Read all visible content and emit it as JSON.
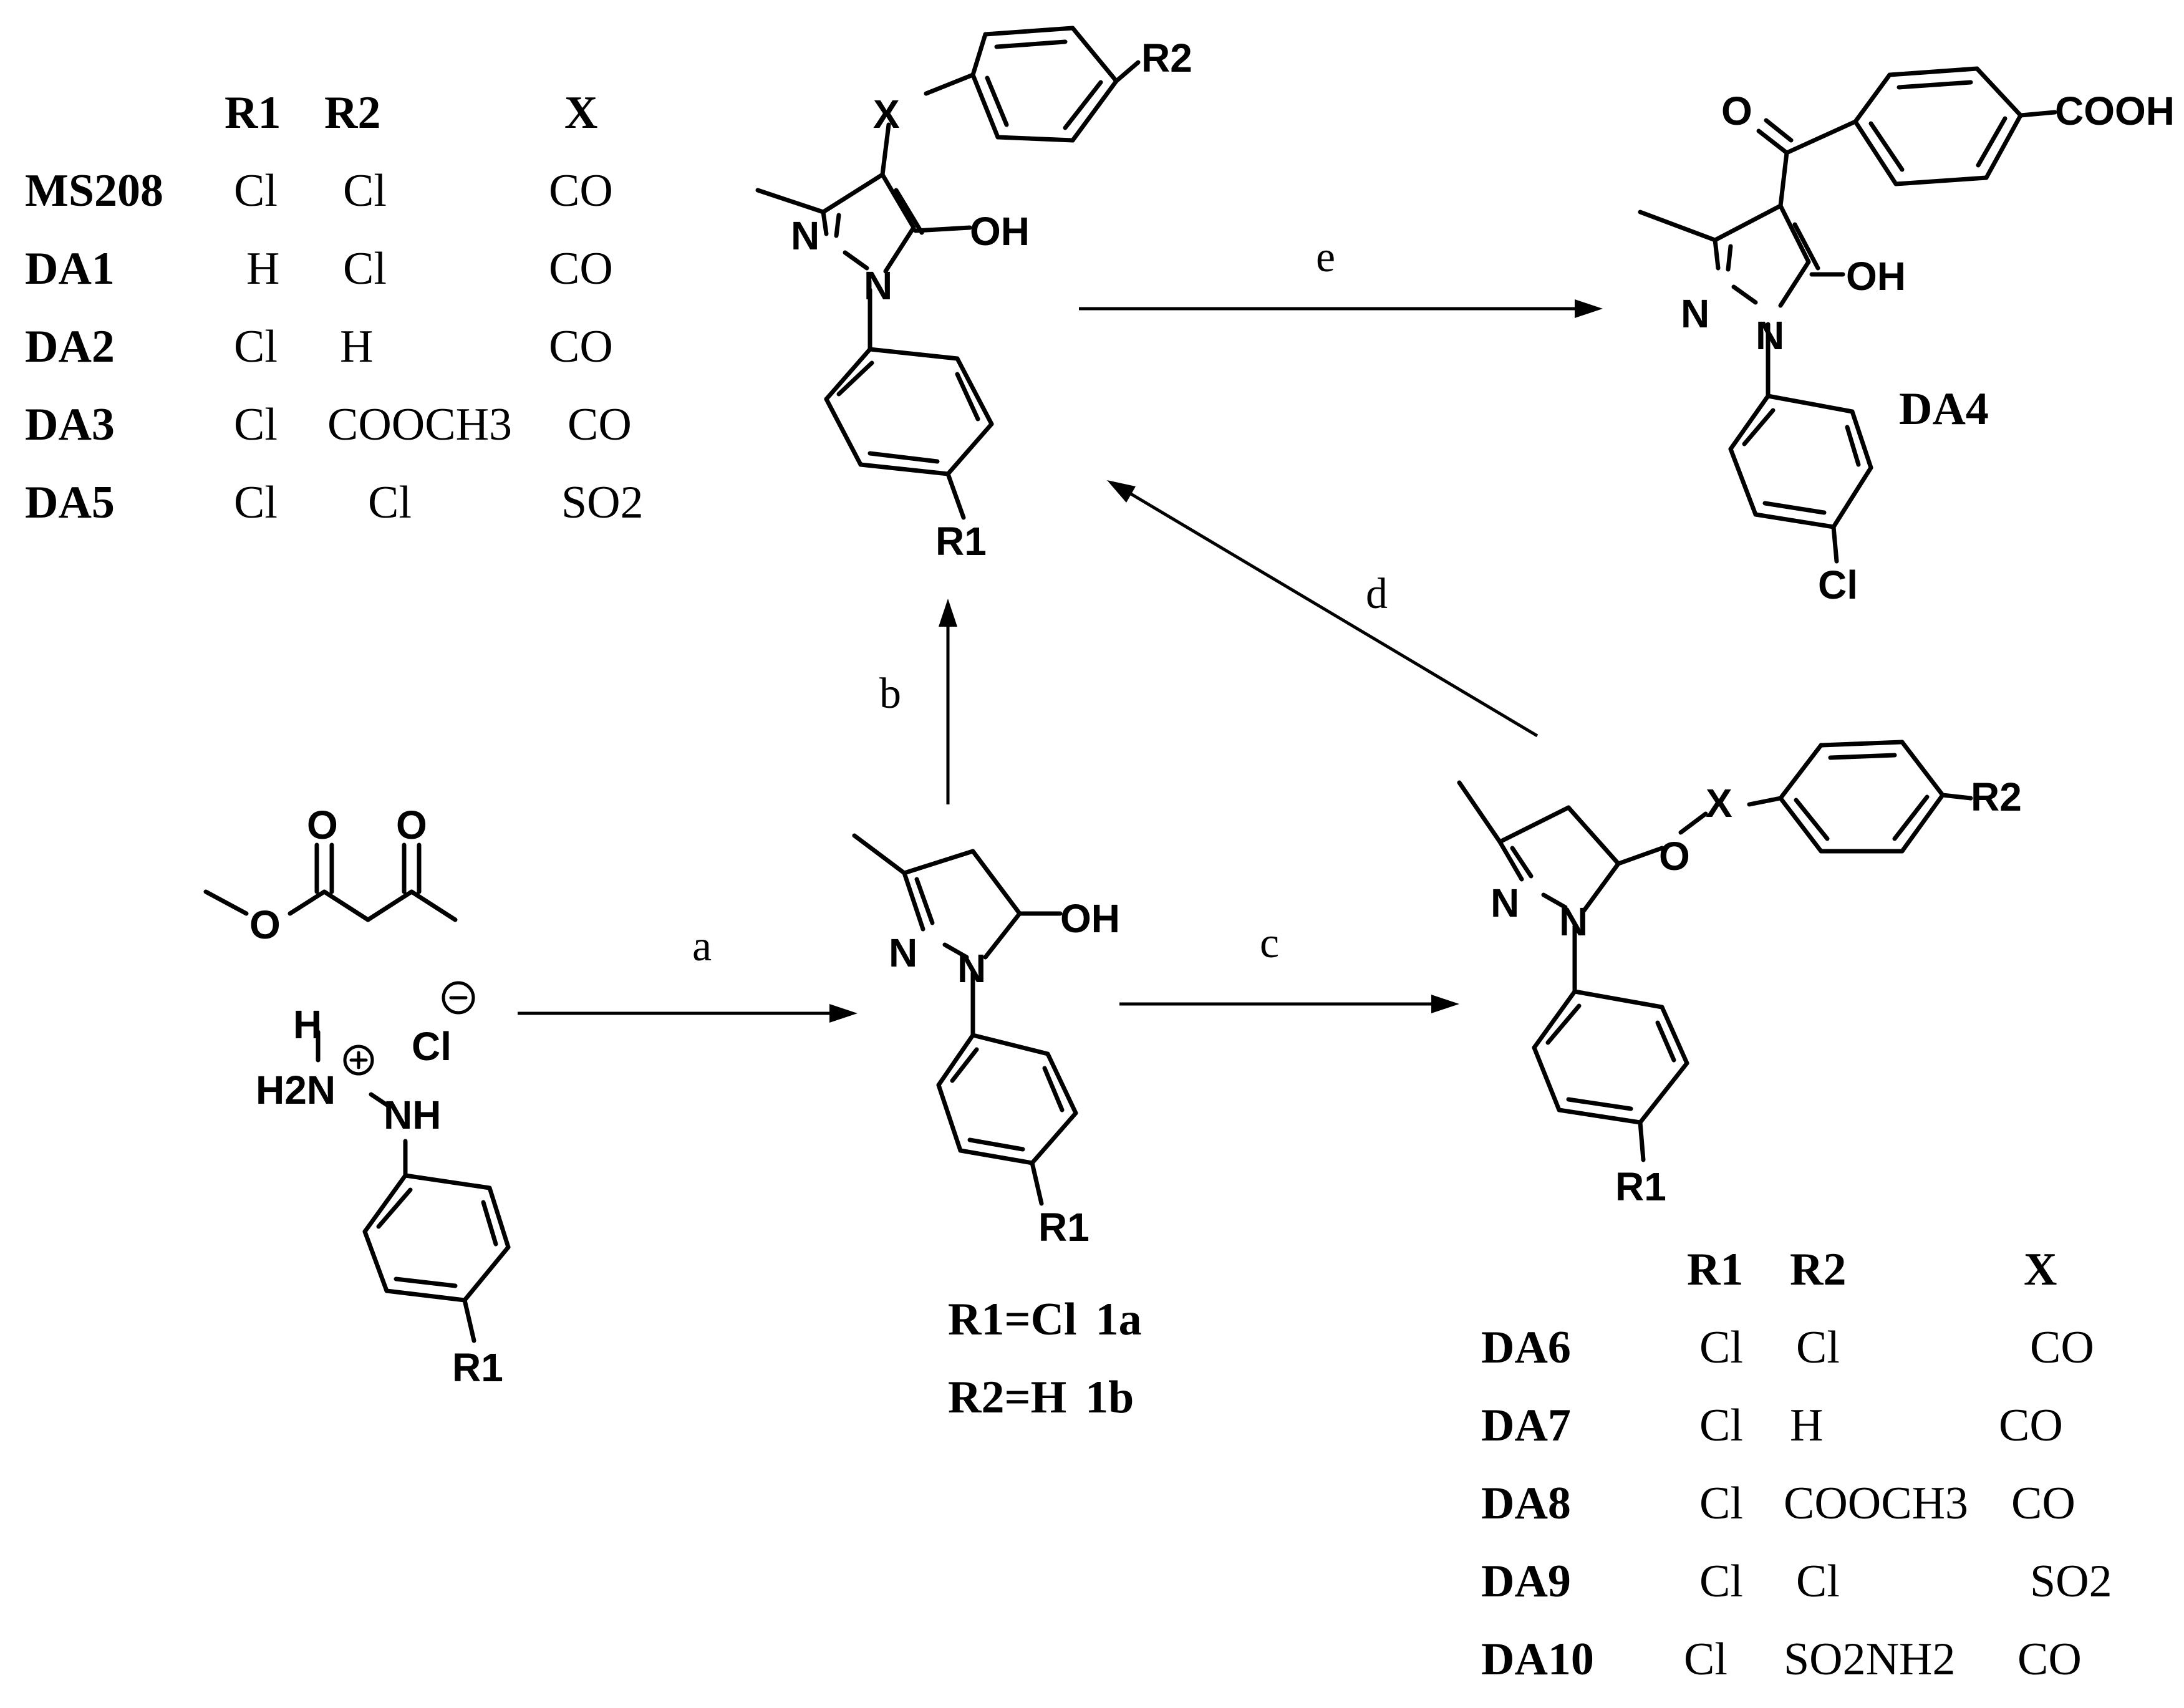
{
  "diagram": {
    "table_top": {
      "headers": [
        "R1",
        "R2",
        "X"
      ],
      "rows": [
        {
          "name": "MS208",
          "r1": "Cl",
          "r2": "Cl",
          "x": "CO"
        },
        {
          "name": "DA1",
          "r1": "H",
          "r2": "Cl",
          "x": "CO"
        },
        {
          "name": "DA2",
          "r1": "Cl",
          "r2": "H",
          "x": "CO"
        },
        {
          "name": "DA3",
          "r1": "Cl",
          "r2": "COOCH3",
          "x": "CO"
        },
        {
          "name": "DA5",
          "r1": "Cl",
          "r2": "Cl",
          "x": "SO2"
        }
      ]
    },
    "table_bottom": {
      "headers": [
        "R1",
        "R2",
        "X"
      ],
      "rows": [
        {
          "name": "DA6",
          "r1": "Cl",
          "r2": "Cl",
          "x": "CO"
        },
        {
          "name": "DA7",
          "r1": "Cl",
          "r2": "H",
          "x": "CO"
        },
        {
          "name": "DA8",
          "r1": "Cl",
          "r2": "COOCH3",
          "x": "CO"
        },
        {
          "name": "DA9",
          "r1": "Cl",
          "r2": "Cl",
          "x": "SO2"
        },
        {
          "name": "DA10",
          "r1": "Cl",
          "r2": "SO2NH2",
          "x": "CO"
        }
      ]
    },
    "arrows": {
      "a": "a",
      "b": "b",
      "c": "c",
      "d": "d",
      "e": "e"
    },
    "atoms": {
      "N": "N",
      "O": "O",
      "OH": "OH",
      "Cl": "Cl",
      "X": "X",
      "COOH": "COOH",
      "NH": "NH",
      "H": "H",
      "H2N": "H2N",
      "R1": "R1",
      "R2": "R2",
      "plus": "+",
      "minus": "−"
    },
    "compound_label": "DA4",
    "legend": [
      {
        "lhs": "R1=Cl",
        "id": "1a"
      },
      {
        "lhs": "R2=H",
        "id": "1b"
      }
    ]
  }
}
